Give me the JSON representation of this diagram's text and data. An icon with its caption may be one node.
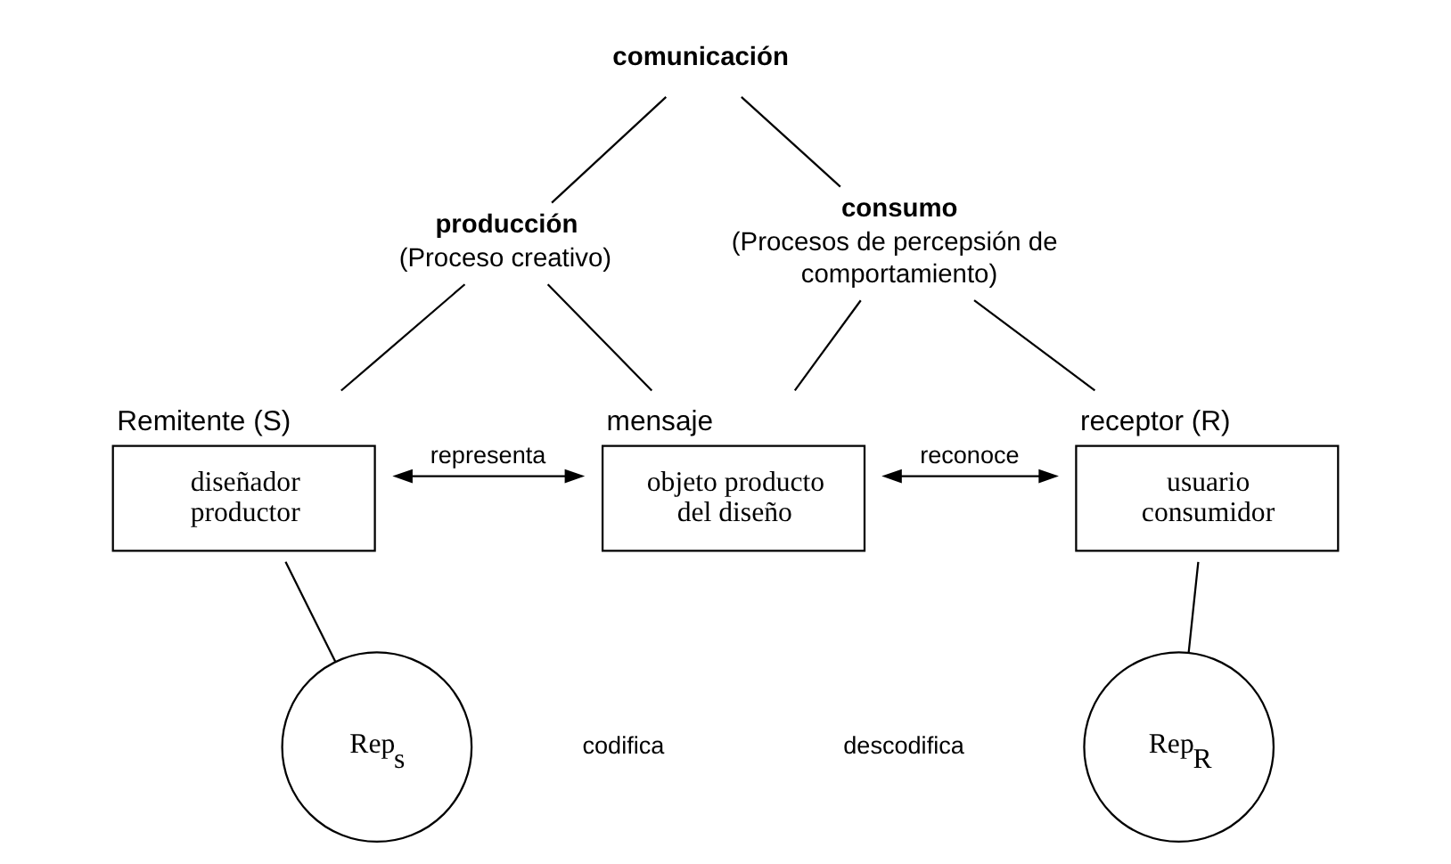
{
  "diagram": {
    "nodes": [
      {
        "text": [
          "comunicación"
        ]
      },
      {
        "text": [
          "producción",
          "(Proceso creativo)"
        ]
      },
      {
        "text": [
          "consumo",
          "(Procesos de percepsión de comportamiento)"
        ]
      },
      {
        "text": [
          "Remitente (S)",
          "diseñador productor"
        ]
      },
      {
        "text": [
          "mensaje",
          "objeto producto del diseño"
        ]
      },
      {
        "text": [
          "receptor (R)",
          "usuario consumidor"
        ]
      },
      {
        "text": [
          "Rep$_{s}$"
        ]
      },
      {
        "text": [
          "Rep$_{R}$"
        ]
      }
    ],
    "edges": [
      {
        "from": 0,
        "to": 1,
        "arrow": "none"
      },
      {
        "from": 0,
        "to": 2,
        "arrow": "none"
      },
      {
        "from": 1,
        "to": 3,
        "arrow": "none"
      },
      {
        "from": 1,
        "to": 4,
        "arrow": "none"
      },
      {
        "from": 2,
        "to": 4,
        "arrow": "none"
      },
      {
        "from": 2,
        "to": 5,
        "arrow": "none"
      },
      {
        "from": 3,
        "to": 4,
        "arrow": "both",
        "label": "representa"
      },
      {
        "from": 4,
        "to": 5,
        "arrow": "both",
        "label": "reconoce"
      },
      {
        "from": 3,
        "to": 6,
        "arrow": "none"
      },
      {
        "from": 5,
        "to": 7,
        "arrow": "none"
      }
    ],
    "labels": [
      "codifica",
      "descodifica"
    ]
  }
}
